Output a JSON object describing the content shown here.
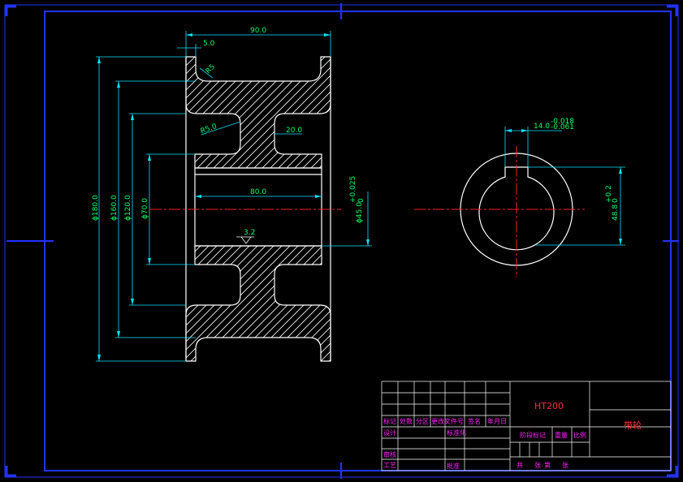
{
  "colors": {
    "background": "#000000",
    "frame": "#2233ff",
    "outline": "#ffffff",
    "dimension": "#00ff66",
    "extension": "#00e5ff",
    "centerline": "#ff2020",
    "title_block_label": "#ff22ff",
    "material_text": "#ff3030"
  },
  "dimensions": {
    "overall_width": "90.0",
    "flange_width": "5.0",
    "web_width": "20.0",
    "bore_length": "80.0",
    "fillet_radius_top": "R5",
    "fillet_radius": "R5.0",
    "dia_180": "ϕ180.0",
    "dia_160": "ϕ160.0",
    "dia_120": "ϕ120.0",
    "dia_70": "ϕ70.0",
    "bore_diameter": "ϕ45.0",
    "bore_tol_upper": "+0.025",
    "bore_tol_lower": "0",
    "surface_finish": "3.2",
    "keyway_width": "14.0",
    "keyway_tol_upper": "-0.018",
    "keyway_tol_lower": "-0.061",
    "keyway_depth": "48.8",
    "keyway_depth_tol_upper": "+0.2",
    "keyway_depth_tol_lower": "0"
  },
  "title_block": {
    "material": "HT200",
    "part_name": "带轮",
    "labels": {
      "mark": "标记",
      "count": "处数",
      "zone": "分区",
      "change_doc": "更改文件号",
      "signature": "签名",
      "date": "年月日",
      "design": "设计",
      "standardization": "标准化",
      "review": "审核",
      "process": "工艺",
      "approve": "批准",
      "stage_mark": "阶段标记",
      "weight": "重量",
      "scale": "比例",
      "sheets": "共",
      "sheet_of": "张",
      "sheet_no": "第",
      "sheet_end": "张"
    }
  }
}
